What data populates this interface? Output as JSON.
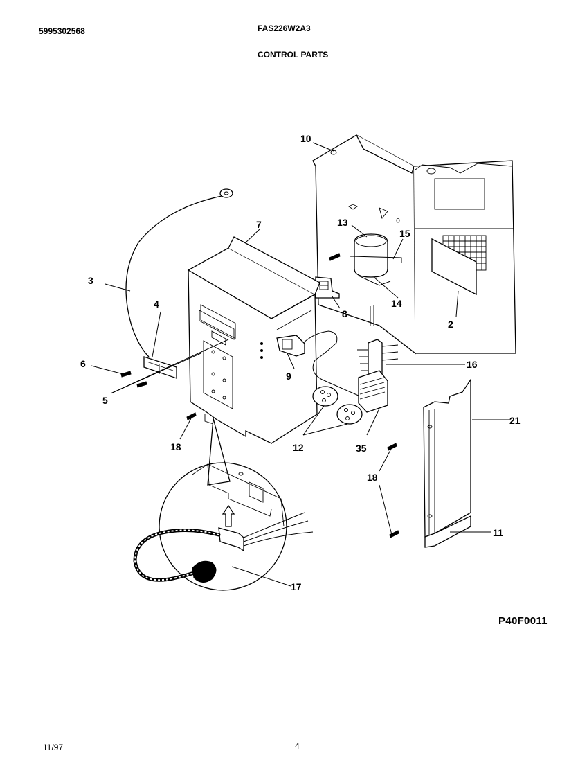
{
  "header": {
    "doc_number": "5995302568",
    "model_number": "FAS226W2A3",
    "section_title": "CONTROL PARTS"
  },
  "figure_code": "P40F0011",
  "footer": {
    "date": "11/97",
    "page_number": "4"
  },
  "callouts": {
    "c2": "2",
    "c3": "3",
    "c4": "4",
    "c5": "5",
    "c6": "6",
    "c7": "7",
    "c8": "8",
    "c9": "9",
    "c10": "10",
    "c11": "11",
    "c12": "12",
    "c13": "13",
    "c14": "14",
    "c15": "15",
    "c16": "16",
    "c17": "17",
    "c18a": "18",
    "c18b": "18",
    "c21": "21",
    "c35": "35"
  }
}
